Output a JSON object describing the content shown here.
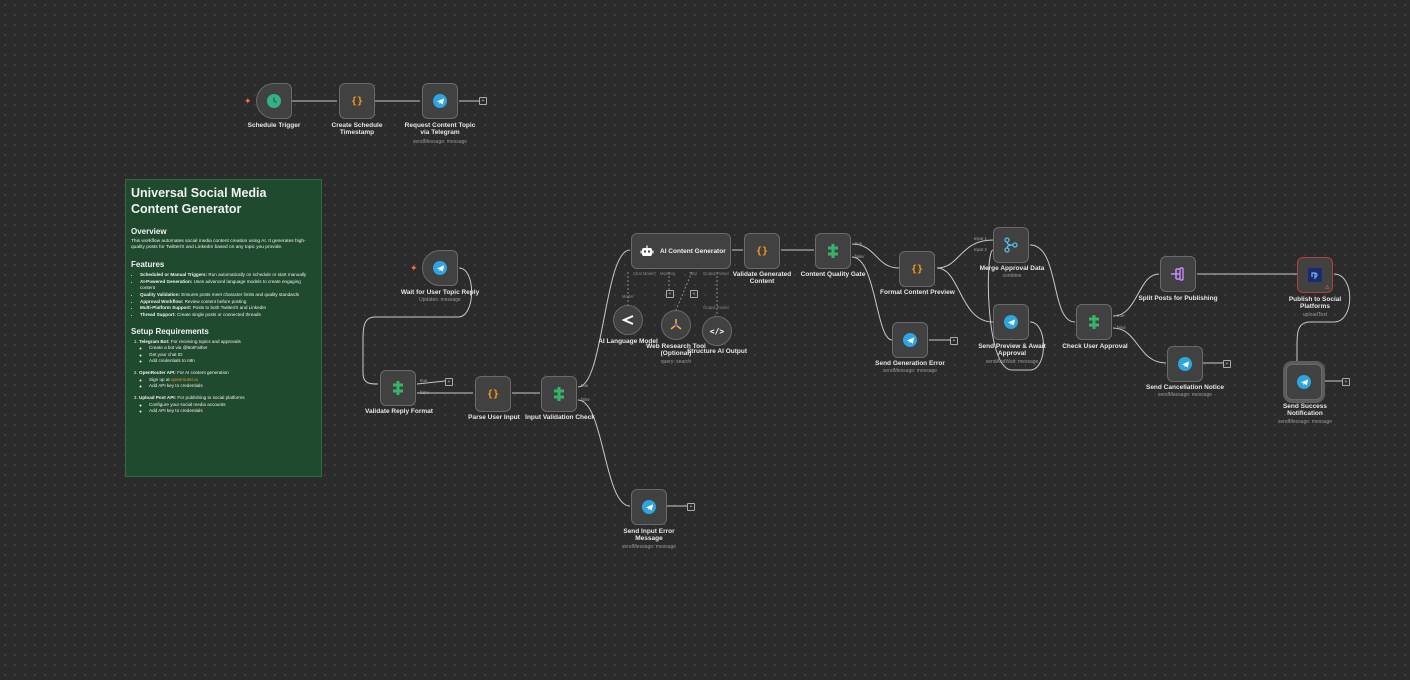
{
  "note": {
    "title": "Universal Social Media Content Generator",
    "overview_heading": "Overview",
    "overview_text": "This workflow automates social media content creation using AI. It generates high-quality posts for Twitter/X and LinkedIn based on any topic you provide.",
    "features_heading": "Features",
    "features": [
      {
        "name": "Scheduled or Manual Triggers:",
        "text": " Run automatically on schedule or start manually"
      },
      {
        "name": "AI-Powered Generation:",
        "text": " Uses advanced language models to create engaging content"
      },
      {
        "name": "Quality Validation:",
        "text": " Ensures posts meet character limits and quality standards"
      },
      {
        "name": "Approval Workflow:",
        "text": " Review content before posting"
      },
      {
        "name": "Multi-Platform Support:",
        "text": " Posts to both Twitter/X and LinkedIn"
      },
      {
        "name": "Thread Support:",
        "text": " Create single posts or connected threads"
      }
    ],
    "setup_heading": "Setup Requirements",
    "setup": [
      {
        "name": "Telegram Bot:",
        "text": " For receiving topics and approvals",
        "steps": [
          "Create a bot via @BotFather",
          "Get your chat ID",
          "Add credentials to n8n"
        ]
      },
      {
        "name": "OpenRouter API:",
        "text": " For AI content generation",
        "steps_prefix": "Sign up at ",
        "steps_link": "openrouter.ai",
        "steps": [
          "Add API key to credentials"
        ]
      },
      {
        "name": "Upload Post API:",
        "text": " For publishing to social platforms",
        "steps": [
          "Configure your social media accounts",
          "Add API key to credentials"
        ]
      }
    ]
  },
  "nodes": {
    "schedule_trigger": {
      "label": "Schedule Trigger",
      "icon": "clock-icon"
    },
    "create_timestamp": {
      "label": "Create Schedule\nTimestamp",
      "icon": "code-braces-icon"
    },
    "request_topic": {
      "label": "Request Content Topic\nvia Telegram",
      "sub": "sendMessage: message",
      "icon": "telegram-icon"
    },
    "wait_reply": {
      "label": "Wait for User Topic Reply",
      "sub": "Updates: message",
      "icon": "telegram-icon"
    },
    "validate_reply": {
      "label": "Validate Reply Format",
      "icon": "if-icon",
      "out_true": "true",
      "out_false": "false"
    },
    "parse_input": {
      "label": "Parse User Input",
      "icon": "code-braces-icon"
    },
    "input_check": {
      "label": "Input Validation Check",
      "icon": "if-icon",
      "out_true": "true",
      "out_false": "false"
    },
    "input_error": {
      "label": "Send Input Error\nMessage",
      "sub": "sendMessage: message",
      "icon": "telegram-icon"
    },
    "ai_generator": {
      "label": "AI Content Generator",
      "icon": "robot-icon",
      "ports": [
        "Chat Model*",
        "Memory",
        "Tool",
        "Output Parser"
      ]
    },
    "ai_model": {
      "label": "AI Language Model",
      "port": "Model",
      "icon": "openrouter-icon"
    },
    "web_tool": {
      "label": "Web Research Tool\n(Optional)",
      "sub": "query: search",
      "icon": "research-icon"
    },
    "structure_output": {
      "label": "Structure AI Output",
      "port": "Output Parser",
      "icon": "code-tag-icon"
    },
    "validate_content": {
      "label": "Validate Generated\nContent",
      "icon": "code-braces-icon"
    },
    "quality_gate": {
      "label": "Content Quality Gate",
      "icon": "if-icon",
      "out_true": "true",
      "out_false": "false"
    },
    "gen_error": {
      "label": "Send Generation Error",
      "sub": "sendMessage: message",
      "icon": "telegram-icon"
    },
    "format_preview": {
      "label": "Format Content Preview",
      "icon": "code-braces-icon"
    },
    "merge_approval": {
      "label": "Merge Approval Data",
      "sub": "combine",
      "icon": "merge-icon",
      "in1": "Input 1",
      "in2": "Input 2"
    },
    "send_preview": {
      "label": "Send Preview & Await\nApproval",
      "sub": "sendAndWait: message",
      "icon": "telegram-icon"
    },
    "check_approval": {
      "label": "Check User Approval",
      "icon": "if-icon",
      "out_true": "true",
      "out_false": "false"
    },
    "split_posts": {
      "label": "Split Posts for Publishing",
      "icon": "split-icon"
    },
    "cancel_notice": {
      "label": "Send Cancellation Notice",
      "sub": "sendMessage: message",
      "icon": "telegram-icon"
    },
    "publish": {
      "label": "Publish to Social\nPlatforms",
      "sub": "uploadText",
      "icon": "upload-post-icon"
    },
    "success": {
      "label": "Send Success\nNotification",
      "sub": "sendMessage: message",
      "icon": "telegram-icon"
    }
  },
  "colors": {
    "background": "#2b2b2b",
    "node": "#414141",
    "note": "#1f4a2e",
    "telegram": "#2ca5e0",
    "code": "#f59b1d",
    "if": "#35b56a",
    "trigger": "#ff6d3a",
    "edge": "#c8c8c8"
  }
}
